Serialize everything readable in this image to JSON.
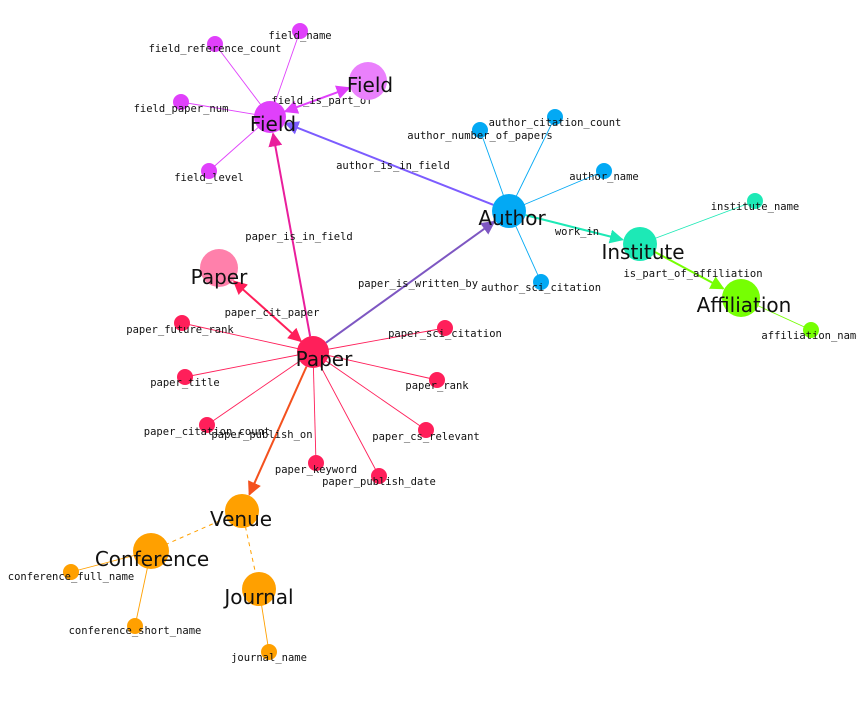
{
  "colors": {
    "field": "#e040fb",
    "field_light": "#ea80fc",
    "author": "#03a9f4",
    "institute": "#1de9b6",
    "affiliation": "#76ff03",
    "paper": "#ff1f5a",
    "paper_light": "#ff80ab",
    "venue": "#ffa000",
    "edge_author_field": "#7c5cff",
    "edge_paper_field": "#e91e9c",
    "edge_paper_author": "#7e57c2",
    "edge_paper_venue": "#f4511e",
    "edge_work_in": "#1de9b6",
    "edge_affil": "#76ff03"
  },
  "diagram": {
    "nodes": [
      {
        "id": "field",
        "kind": "entity",
        "label": "Field",
        "group": "field"
      },
      {
        "id": "field2",
        "kind": "entity",
        "label": "Field",
        "group": "field_light"
      },
      {
        "id": "field_name",
        "kind": "attr",
        "label": "field_name",
        "group": "field"
      },
      {
        "id": "field_reference_count",
        "kind": "attr",
        "label": "field_reference_count",
        "group": "field"
      },
      {
        "id": "field_paper_num",
        "kind": "attr",
        "label": "field_paper_num",
        "group": "field"
      },
      {
        "id": "field_level",
        "kind": "attr",
        "label": "field_level",
        "group": "field"
      },
      {
        "id": "author",
        "kind": "entity",
        "label": "Author",
        "group": "author"
      },
      {
        "id": "author_citation_count",
        "kind": "attr",
        "label": "author_citation_count",
        "group": "author"
      },
      {
        "id": "author_number_of_papers",
        "kind": "attr",
        "label": "author_number_of_papers",
        "group": "author"
      },
      {
        "id": "author_name",
        "kind": "attr",
        "label": "author_name",
        "group": "author"
      },
      {
        "id": "author_sci_citation",
        "kind": "attr",
        "label": "author_sci_citation",
        "group": "author"
      },
      {
        "id": "institute",
        "kind": "entity",
        "label": "Institute",
        "group": "institute"
      },
      {
        "id": "institute_name",
        "kind": "attr",
        "label": "institute_name",
        "group": "institute"
      },
      {
        "id": "affiliation",
        "kind": "entity",
        "label": "Affiliation",
        "group": "affiliation"
      },
      {
        "id": "affiliation_name",
        "kind": "attr",
        "label": "affiliation_name",
        "group": "affiliation"
      },
      {
        "id": "paper",
        "kind": "entity",
        "label": "Paper",
        "group": "paper"
      },
      {
        "id": "paper2",
        "kind": "entity",
        "label": "Paper",
        "group": "paper_light"
      },
      {
        "id": "paper_future_rank",
        "kind": "attr",
        "label": "paper_future_rank",
        "group": "paper"
      },
      {
        "id": "paper_title",
        "kind": "attr",
        "label": "paper_title",
        "group": "paper"
      },
      {
        "id": "paper_citation_count",
        "kind": "attr",
        "label": "paper_citation_count",
        "group": "paper"
      },
      {
        "id": "paper_publish_on",
        "kind": "attr",
        "label": "paper_publish_on",
        "group": "paper"
      },
      {
        "id": "paper_keyword",
        "kind": "attr",
        "label": "paper_keyword",
        "group": "paper"
      },
      {
        "id": "paper_publish_date",
        "kind": "attr",
        "label": "paper_publish_date",
        "group": "paper"
      },
      {
        "id": "paper_cs_relevant",
        "kind": "attr",
        "label": "paper_cs_relevant",
        "group": "paper"
      },
      {
        "id": "paper_rank",
        "kind": "attr",
        "label": "paper_rank",
        "group": "paper"
      },
      {
        "id": "paper_sci_citation",
        "kind": "attr",
        "label": "paper_sci_citation",
        "group": "paper"
      },
      {
        "id": "venue",
        "kind": "entity",
        "label": "Venue",
        "group": "venue"
      },
      {
        "id": "conference",
        "kind": "entity",
        "label": "Conference",
        "group": "venue"
      },
      {
        "id": "conference_full_name",
        "kind": "attr",
        "label": "conference_full_name",
        "group": "venue"
      },
      {
        "id": "conference_short_name",
        "kind": "attr",
        "label": "conference_short_name",
        "group": "venue"
      },
      {
        "id": "journal",
        "kind": "entity",
        "label": "Journal",
        "group": "venue"
      },
      {
        "id": "journal_name",
        "kind": "attr",
        "label": "journal_name",
        "group": "venue"
      }
    ],
    "edges": [
      {
        "from": "field",
        "to": "field_name",
        "style": "attr",
        "color": "field"
      },
      {
        "from": "field",
        "to": "field_reference_count",
        "style": "attr",
        "color": "field"
      },
      {
        "from": "field",
        "to": "field_paper_num",
        "style": "attr",
        "color": "field"
      },
      {
        "from": "field",
        "to": "field_level",
        "style": "attr",
        "color": "field"
      },
      {
        "from": "field",
        "to": "field2",
        "style": "rel-both",
        "color": "field",
        "label": "field_is_part_of"
      },
      {
        "from": "author",
        "to": "field",
        "style": "rel",
        "color": "edge_author_field",
        "label": "author_is_in_field"
      },
      {
        "from": "author",
        "to": "author_citation_count",
        "style": "attr",
        "color": "author"
      },
      {
        "from": "author",
        "to": "author_number_of_papers",
        "style": "attr",
        "color": "author"
      },
      {
        "from": "author",
        "to": "author_name",
        "style": "attr",
        "color": "author"
      },
      {
        "from": "author",
        "to": "author_sci_citation",
        "style": "attr",
        "color": "author"
      },
      {
        "from": "author",
        "to": "institute",
        "style": "rel",
        "color": "edge_work_in",
        "label": "work_in"
      },
      {
        "from": "institute",
        "to": "institute_name",
        "style": "attr",
        "color": "institute"
      },
      {
        "from": "institute",
        "to": "affiliation",
        "style": "rel",
        "color": "edge_affil",
        "label": "is_part_of_affiliation"
      },
      {
        "from": "affiliation",
        "to": "affiliation_name",
        "style": "attr",
        "color": "affiliation"
      },
      {
        "from": "paper",
        "to": "field",
        "style": "rel",
        "color": "edge_paper_field",
        "label": "paper_is_in_field"
      },
      {
        "from": "paper",
        "to": "author",
        "style": "rel",
        "color": "edge_paper_author",
        "label": "paper_is_written_by"
      },
      {
        "from": "paper",
        "to": "paper2",
        "style": "rel-both",
        "color": "paper",
        "label": "paper_cit_paper"
      },
      {
        "from": "paper",
        "to": "venue",
        "style": "rel",
        "color": "edge_paper_venue",
        "label": "paper_publish_on"
      },
      {
        "from": "paper",
        "to": "paper_future_rank",
        "style": "attr",
        "color": "paper"
      },
      {
        "from": "paper",
        "to": "paper_title",
        "style": "attr",
        "color": "paper"
      },
      {
        "from": "paper",
        "to": "paper_citation_count",
        "style": "attr",
        "color": "paper"
      },
      {
        "from": "paper",
        "to": "paper_keyword",
        "style": "attr",
        "color": "paper"
      },
      {
        "from": "paper",
        "to": "paper_publish_date",
        "style": "attr",
        "color": "paper"
      },
      {
        "from": "paper",
        "to": "paper_cs_relevant",
        "style": "attr",
        "color": "paper"
      },
      {
        "from": "paper",
        "to": "paper_rank",
        "style": "attr",
        "color": "paper"
      },
      {
        "from": "paper",
        "to": "paper_sci_citation",
        "style": "attr",
        "color": "paper"
      },
      {
        "from": "venue",
        "to": "conference",
        "style": "dashed",
        "color": "venue"
      },
      {
        "from": "venue",
        "to": "journal",
        "style": "dashed",
        "color": "venue"
      },
      {
        "from": "conference",
        "to": "conference_full_name",
        "style": "attr",
        "color": "venue"
      },
      {
        "from": "conference",
        "to": "conference_short_name",
        "style": "attr",
        "color": "venue"
      },
      {
        "from": "journal",
        "to": "journal_name",
        "style": "attr",
        "color": "venue"
      }
    ]
  }
}
